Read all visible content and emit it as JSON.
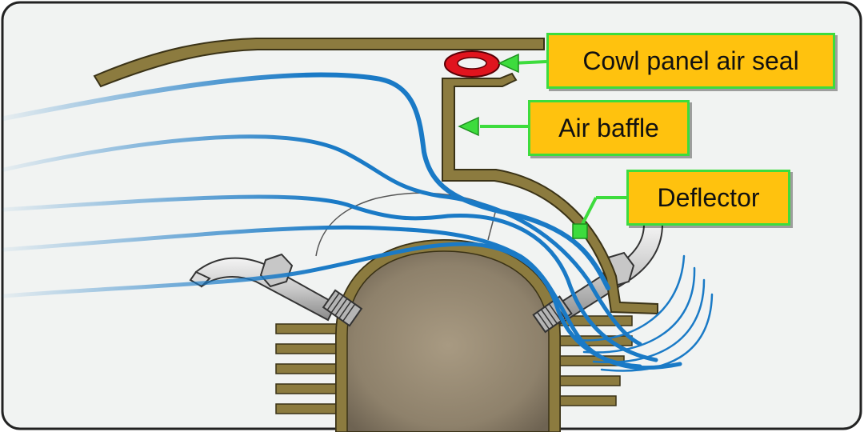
{
  "labels": {
    "cowl_seal": "Cowl panel air seal",
    "air_baffle": "Air baffle",
    "deflector": "Deflector"
  },
  "colors": {
    "background": "#f1f3f2",
    "metal": "#8c7b3f",
    "airflow": "#1a7ac6",
    "callout_fill": "#ffc20e",
    "callout_border": "#3ddc3d",
    "seal": "#e0141e"
  }
}
